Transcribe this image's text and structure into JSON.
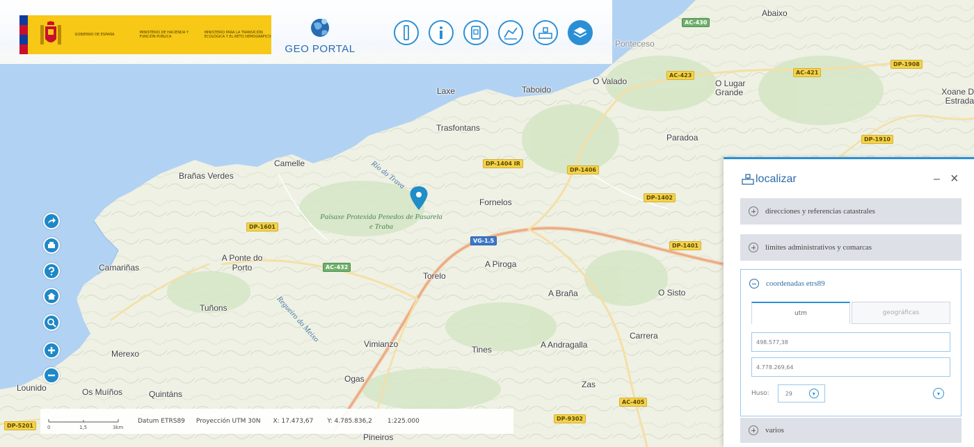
{
  "header": {
    "gov_texts": [
      "Gobierno de España",
      "Ministerio de Hacienda y Función Pública",
      "Ministerio para la Transición Ecológica y el Reto Demográfico"
    ],
    "logo_caption": "GEO PORTAL",
    "toolbar_icons": [
      "ruler-icon",
      "info-icon",
      "document-icon",
      "map-draw-icon",
      "locate-icon",
      "layers-icon"
    ]
  },
  "map": {
    "places": [
      {
        "name": "Abaixo"
      },
      {
        "name": "Ponteceso"
      },
      {
        "name": "O Valado"
      },
      {
        "name": "Laxe"
      },
      {
        "name": "Taboido"
      },
      {
        "name": "O Lugar Grande"
      },
      {
        "name": "Xoane D Estrada"
      },
      {
        "name": "Trasfontans"
      },
      {
        "name": "Paradoa"
      },
      {
        "name": "Camelle"
      },
      {
        "name": "Brañas Verdes"
      },
      {
        "name": "Fornelos"
      },
      {
        "name": "A Ponte do Porto"
      },
      {
        "name": "Camariñas"
      },
      {
        "name": "A Piroga"
      },
      {
        "name": "Torelo"
      },
      {
        "name": "A Braña"
      },
      {
        "name": "O Sisto"
      },
      {
        "name": "Tuñons"
      },
      {
        "name": "Vimianzo"
      },
      {
        "name": "Tines"
      },
      {
        "name": "A Andragalla"
      },
      {
        "name": "Carrera"
      },
      {
        "name": "Merexo"
      },
      {
        "name": "Lounido"
      },
      {
        "name": "Os Muíños"
      },
      {
        "name": "Quintáns"
      },
      {
        "name": "Ogas"
      },
      {
        "name": "Zas"
      },
      {
        "name": "Pineiros"
      }
    ],
    "water_labels": [
      "Río do Trava",
      "Regueiro do Meixo"
    ],
    "park_label": "Paisaxe Protexida Penedos de Pasarela e Traba",
    "roads": [
      {
        "ref": "AC-430",
        "style": "green"
      },
      {
        "ref": "AC-423",
        "style": "yellow"
      },
      {
        "ref": "AC-421",
        "style": "yellow"
      },
      {
        "ref": "DP-1908",
        "style": "yellow"
      },
      {
        "ref": "DP-1910",
        "style": "yellow"
      },
      {
        "ref": "DP-1404 IR",
        "style": "yellow"
      },
      {
        "ref": "DP-1406",
        "style": "yellow"
      },
      {
        "ref": "DP-1402",
        "style": "yellow"
      },
      {
        "ref": "DP-1601",
        "style": "yellow"
      },
      {
        "ref": "VG-1.5",
        "style": "blue"
      },
      {
        "ref": "DP-1401",
        "style": "yellow"
      },
      {
        "ref": "AC-432",
        "style": "green"
      },
      {
        "ref": "AC-405",
        "style": "yellow"
      },
      {
        "ref": "DP-9302",
        "style": "yellow"
      },
      {
        "ref": "DP-5201",
        "style": "yellow"
      }
    ]
  },
  "side_controls": [
    "share-icon",
    "print-icon",
    "help-icon",
    "home-icon",
    "zoom-area-icon",
    "zoom-in-icon",
    "zoom-out-icon"
  ],
  "status_bar": {
    "scale_labels": [
      "0",
      "1,5",
      "3km"
    ],
    "datum": "Datum ETRS89",
    "projection": "Proyección UTM 30N",
    "x_coord": "X: 17.473,67",
    "y_coord": "Y: 4.785.836,2",
    "scale": "1:225.000"
  },
  "panel": {
    "title": "localizar",
    "minimize": "–",
    "close": "×",
    "sections": [
      {
        "label": "direcciones y referencias catastrales"
      },
      {
        "label": "límites administrativos y comarcas"
      },
      {
        "label": "varios"
      }
    ],
    "open_section": {
      "label": "coordenadas etrs89",
      "tabs": [
        {
          "label": "utm",
          "active": true
        },
        {
          "label": "geográficas",
          "active": false
        }
      ],
      "x_value": "498.577,38",
      "y_value": "4.778.269,64",
      "huso_label": "Huso:",
      "huso_value": "29"
    }
  },
  "colors": {
    "accent": "#2b8fd6",
    "water": "#b2d2f4",
    "land": "#eef1e4",
    "gov_yellow": "#f7c815"
  }
}
